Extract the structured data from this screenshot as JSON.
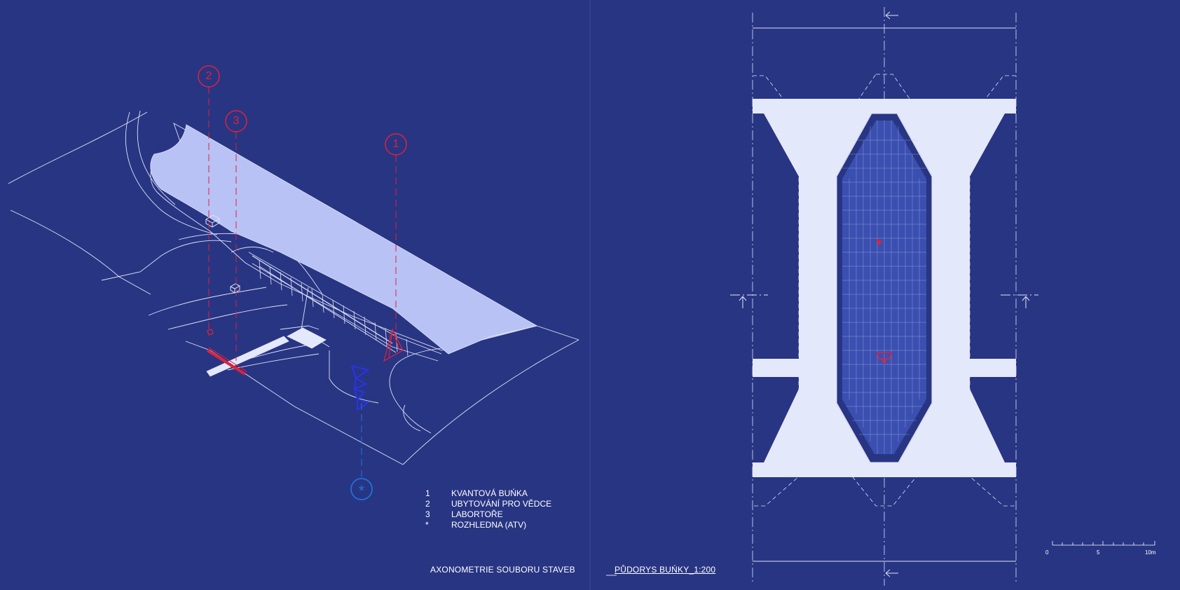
{
  "markers": [
    {
      "id": "m2",
      "label": "2"
    },
    {
      "id": "m3",
      "label": "3"
    },
    {
      "id": "m1",
      "label": "1"
    },
    {
      "id": "mstar",
      "label": "*"
    }
  ],
  "legend": [
    {
      "num": "1",
      "text": "KVANTOVÁ BUŃKA"
    },
    {
      "num": "2",
      "text": "UBYTOVÁNÍ PRO VĚDCE"
    },
    {
      "num": "3",
      "text": "LABORTOŘE"
    },
    {
      "num": "*",
      "text": "ROZHLEDNA (ATV)"
    }
  ],
  "captions": {
    "axon": "AXONOMETRIE SOUBORU STAVEB",
    "plan": "PŮDORYS BUŃKY_1:200"
  },
  "scale": {
    "ticks": [
      "0",
      "5",
      "10m"
    ]
  },
  "colors": {
    "background": "#283583",
    "marker_red": "#e0213a",
    "marker_blue": "#1f72d6",
    "water": "#b8c2f5",
    "plan_fill": "#e4e8fb"
  }
}
